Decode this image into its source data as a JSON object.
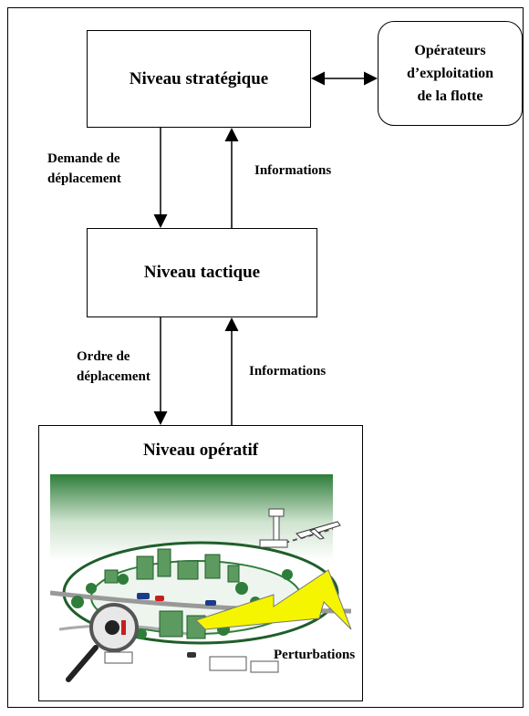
{
  "diagram": {
    "strategic_level": "Niveau stratégique",
    "tactical_level": "Niveau tactique",
    "operational_level": "Niveau opératif",
    "fleet_operators": {
      "line1": "Opérateurs",
      "line2": "d’exploitation",
      "line3": "de la flotte"
    },
    "travel_request": {
      "line1": "Demande de",
      "line2": "déplacement"
    },
    "information_top": "Informations",
    "travel_order": {
      "line1": "Ordre de",
      "line2": "déplacement"
    },
    "information_bottom": "Informations",
    "disturbances": "Perturbations"
  },
  "colors": {
    "landscape_green": "#2e7d3a",
    "lightning_yellow": "#f5f500"
  }
}
